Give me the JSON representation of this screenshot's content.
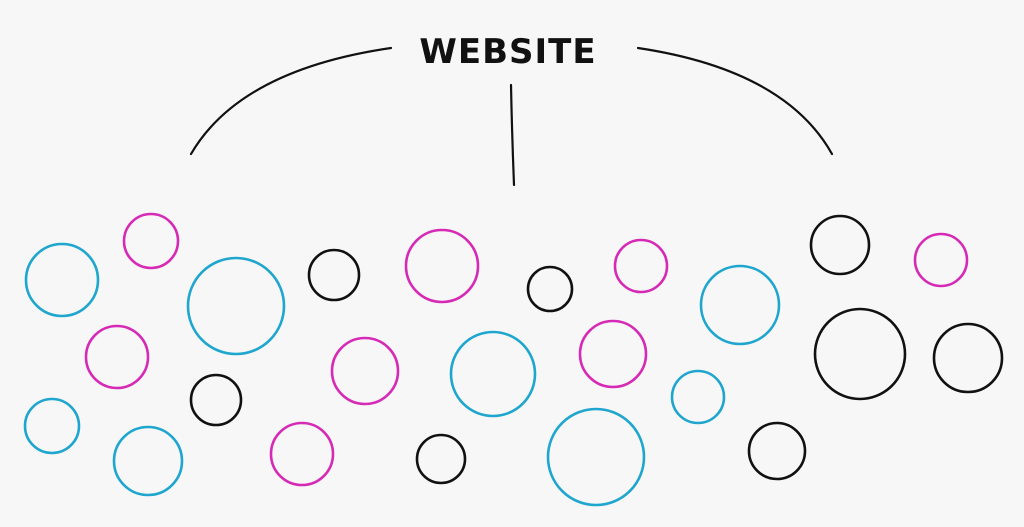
{
  "diagram": {
    "title": "WEBSITE",
    "colors": {
      "background": "#f7f7f7",
      "line": "#111111",
      "magenta": "#d62ab6",
      "cyan": "#1fa6cf",
      "black": "#111111"
    },
    "bubble_colors": [
      "cyan",
      "magenta",
      "cyan",
      "black",
      "magenta",
      "black",
      "magenta",
      "cyan",
      "black",
      "magenta",
      "magenta",
      "black",
      "cyan",
      "magenta",
      "cyan",
      "magenta",
      "cyan",
      "black",
      "black",
      "cyan",
      "magenta",
      "black",
      "cyan",
      "black"
    ]
  }
}
